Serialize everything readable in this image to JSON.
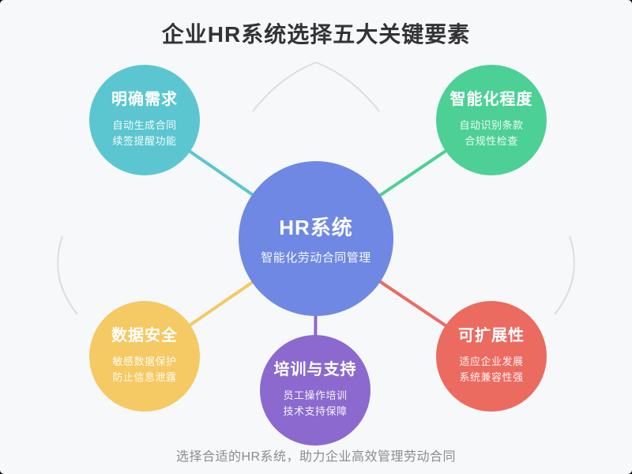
{
  "page": {
    "title": "企业HR系统选择五大关键要素",
    "caption": "选择合适的HR系统，助力企业高效管理劳动合同",
    "background_color": "#F7F8FA",
    "title_color": "#333333",
    "caption_color": "#8C8C8C",
    "decor_arc_color": "#DBDDE0"
  },
  "center_node": {
    "title": "HR系统",
    "subtitle": "智能化劳动合同管理",
    "color": "#6E88E3"
  },
  "nodes": [
    {
      "id": "clear-requirements",
      "position": "top-left",
      "title": "明确需求",
      "lines": [
        "自动生成合同",
        "续签提醒功能"
      ],
      "color": "#5BC6D0"
    },
    {
      "id": "intelligence-level",
      "position": "top-right",
      "title": "智能化程度",
      "lines": [
        "自动识别条款",
        "合规性检查"
      ],
      "color": "#4CD096"
    },
    {
      "id": "data-security",
      "position": "bottom-left",
      "title": "数据安全",
      "lines": [
        "敏感数据保护",
        "防止信息泄露"
      ],
      "color": "#F5C963"
    },
    {
      "id": "training-support",
      "position": "bottom-center",
      "title": "培训与支持",
      "lines": [
        "员工操作培训",
        "技术支持保障"
      ],
      "color": "#8B69CF"
    },
    {
      "id": "scalability",
      "position": "bottom-right",
      "title": "可扩展性",
      "lines": [
        "适应企业发展",
        "系统兼容性强"
      ],
      "color": "#EB6B60"
    }
  ]
}
